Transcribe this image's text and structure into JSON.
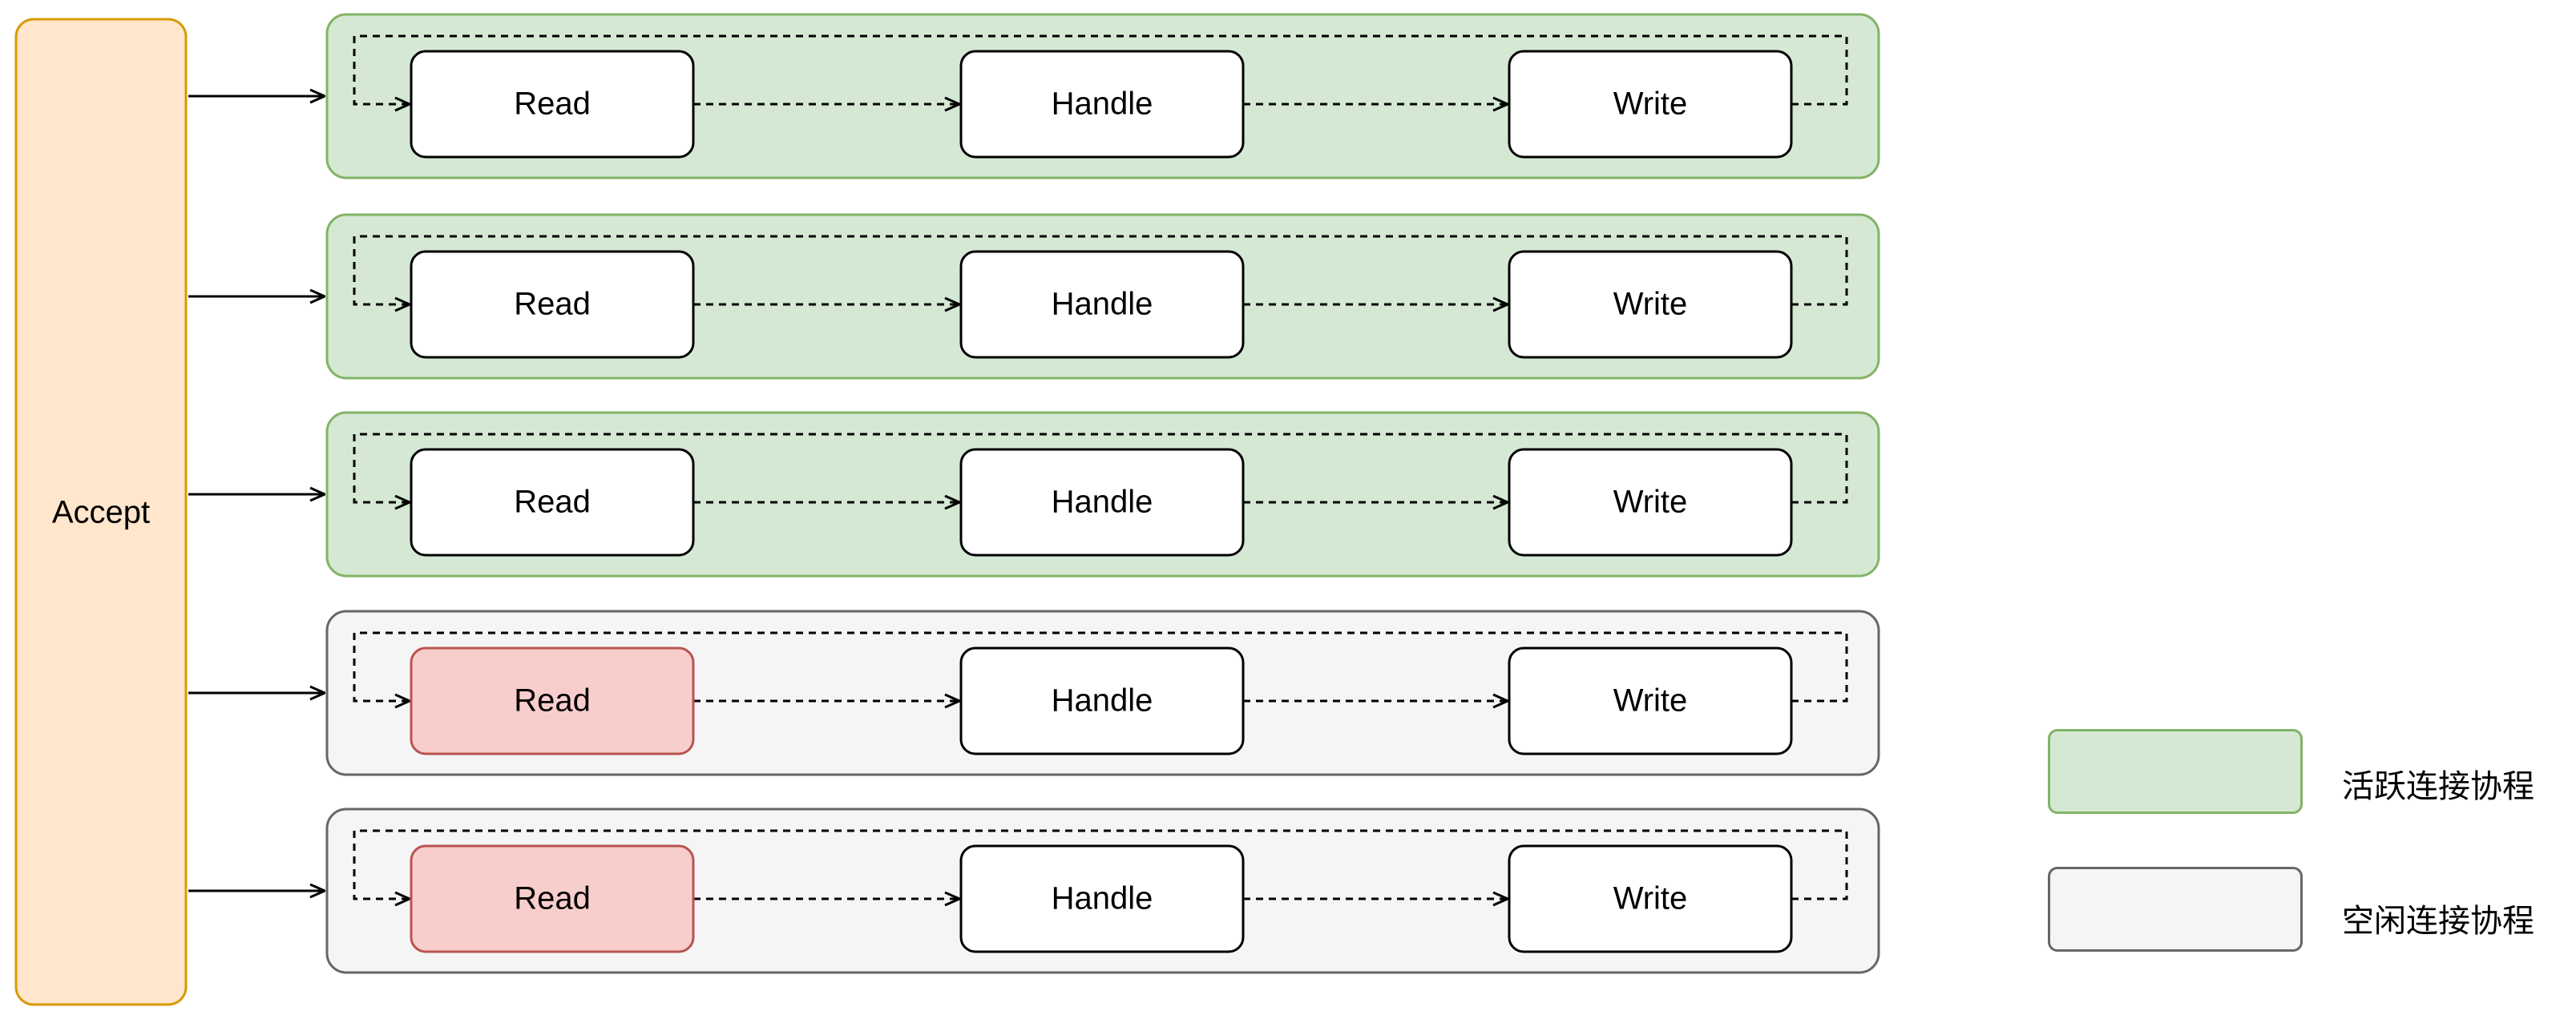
{
  "accept": {
    "label": "Accept"
  },
  "stage_labels": {
    "read": "Read",
    "handle": "Handle",
    "write": "Write"
  },
  "goroutines": [
    {
      "state": "active",
      "read_blocked": false
    },
    {
      "state": "active",
      "read_blocked": false
    },
    {
      "state": "active",
      "read_blocked": false
    },
    {
      "state": "idle",
      "read_blocked": true
    },
    {
      "state": "idle",
      "read_blocked": true
    }
  ],
  "legend": {
    "active": {
      "label": "活跃连接协程"
    },
    "idle": {
      "label": "空闲连接协程"
    }
  },
  "colors": {
    "accept_fill": "#ffe6cc",
    "accept_stroke": "#d79b00",
    "active_fill": "#d5e8d4",
    "active_stroke": "#82b366",
    "idle_fill": "#f5f5f5",
    "idle_stroke": "#666666",
    "blocked_fill": "#f8cecc",
    "blocked_stroke": "#b85450",
    "node_fill": "#ffffff",
    "node_stroke": "#000000"
  }
}
